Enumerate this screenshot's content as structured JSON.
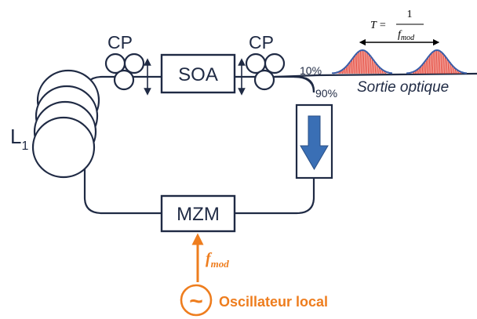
{
  "labels": {
    "cp_left": "CP",
    "cp_right": "CP",
    "soa": "SOA",
    "mzm": "MZM",
    "l1_main": "L",
    "l1_sub": "1",
    "coupler_10": "10%",
    "coupler_90": "90%",
    "output": "Sortie optique",
    "fmod_main": "f",
    "fmod_sub": "mod",
    "oscillator": "Oscillateur local",
    "tilde": "~"
  },
  "period_formula": {
    "lhs": "T =",
    "numerator": "1",
    "den_main": "f",
    "den_sub": "mod"
  },
  "colors": {
    "fiber": "#1f2a44",
    "isolator_arrow": "#3a6fb5",
    "oscillator": "#ee7d1e",
    "pulse_fill": "#e43a2d",
    "pulse_outline": "#3a5ea8"
  }
}
